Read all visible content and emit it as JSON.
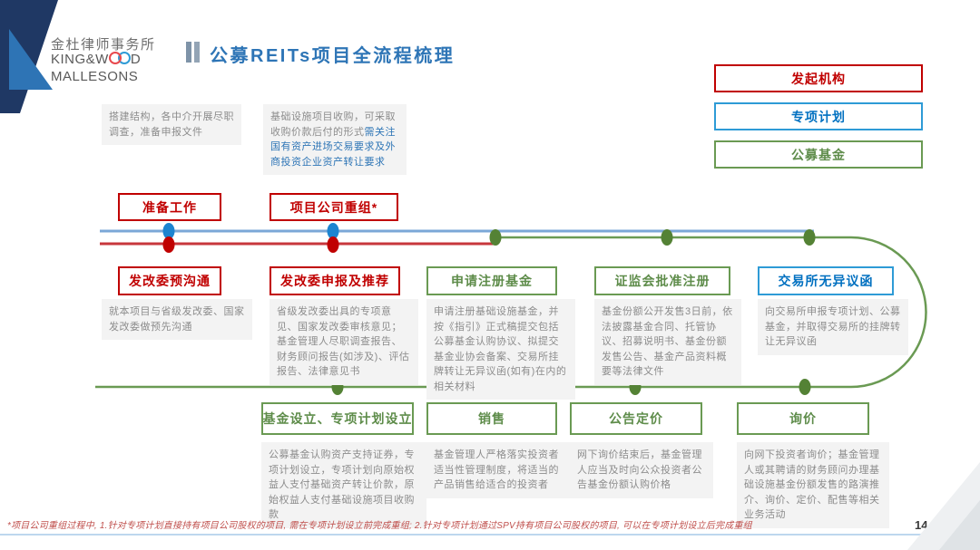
{
  "logo": {
    "cn": "金杜律师事务所",
    "en_line1_pre": "KING&W",
    "en_line1_post": "D",
    "en_line2": "MALLESONS"
  },
  "header": {
    "title": "公募REITs项目全流程梳理"
  },
  "legend": {
    "items": [
      {
        "label": "发起机构",
        "color": "#c00000"
      },
      {
        "label": "专项计划",
        "color": "#2e9bd6"
      },
      {
        "label": "公募基金",
        "color": "#6a9a53"
      }
    ]
  },
  "notes": {
    "prep": "搭建结构，各中介开展尽职调查，准备申报文件",
    "acquisition_gray": "基础设施项目收购，可采取收购价款后付的形式",
    "acquisition_blue": "需关注国有资产进场交易要求及外商投资企业资产转让要求"
  },
  "stages_top": [
    {
      "label": "准备工作"
    },
    {
      "label": "项目公司重组*"
    }
  ],
  "stages_mid": [
    {
      "label": "发改委预沟通",
      "desc": "就本项目与省级发改委、国家发改委做预先沟通"
    },
    {
      "label": "发改委申报及推荐",
      "desc": "省级发改委出具的专项意见、国家发改委审核意见；基金管理人尽职调查报告、财务顾问报告(如涉及)、评估报告、法律意见书"
    },
    {
      "label": "申请注册基金",
      "desc": "申请注册基础设施基金，并按《指引》正式稿提交包括公募基金认购协议、拟提交基金业协会备案、交易所挂牌转让无异议函(如有)在内的相关材料"
    },
    {
      "label": "证监会批准注册",
      "desc": "基金份额公开发售3日前，依法披露基金合同、托管协议、招募说明书、基金份额发售公告、基金产品资料概要等法律文件"
    },
    {
      "label": "交易所无异议函",
      "desc": "向交易所申报专项计划、公募基金，并取得交易所的挂牌转让无异议函"
    }
  ],
  "stages_bottom": [
    {
      "label": "基金设立、专项计划设立",
      "desc": "公募基金认购资产支持证券，专项计划设立，专项计划向原始权益人支付基础资产转让价款，原始权益人支付基础设施项目收购款"
    },
    {
      "label": "销售",
      "desc": "基金管理人严格落实投资者适当性管理制度，将适当的产品销售给适合的投资者"
    },
    {
      "label": "公告定价",
      "desc": "网下询价结束后，基金管理人应当及时向公众投资者公告基金份额认购价格"
    },
    {
      "label": "询价",
      "desc": "向网下投资者询价；基金管理人或其聘请的财务顾问办理基础设施基金份额发售的路演推介、询价、定价、配售等相关业务活动"
    }
  ],
  "footer": {
    "note": "*项目公司重组过程中, 1.针对专项计划直接持有项目公司股权的项目, 需在专项计划设立前完成重组; 2.针对专项计划通过SPV持有项目公司股权的项目, 可以在专项计划设立后完成重组",
    "page_number": "14"
  },
  "colors": {
    "sponsor_red": "#c00000",
    "plan_blue": "#2e9bd6",
    "fund_green": "#6a9a53",
    "title_blue": "#2e75b6",
    "line_blue": "#7ba7d7",
    "line_red": "#c7373c",
    "dot_green": "#548235",
    "corner_navy": "#1f3864",
    "corner_blue": "#2e74b5"
  }
}
